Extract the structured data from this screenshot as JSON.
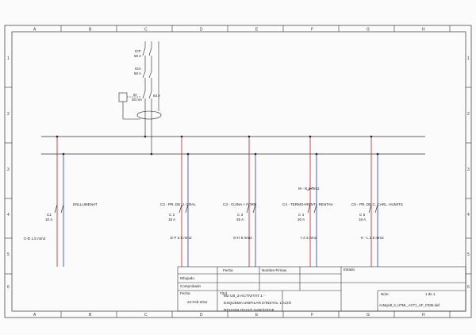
{
  "grid": {
    "columns": [
      "A",
      "B",
      "C",
      "D",
      "E",
      "F",
      "G",
      "H"
    ],
    "rows": [
      "1",
      "2",
      "3",
      "4",
      "5",
      "6"
    ]
  },
  "feeder": {
    "devices": [
      {
        "label": "ICP",
        "rating": "50 A"
      },
      {
        "label": "IGA",
        "rating": "50 A"
      },
      {
        "label": "ID",
        "rating": "30 mA"
      }
    ],
    "main_rating": "63 A"
  },
  "circuits": [
    {
      "name": "ENLLUMENAT",
      "device": "C1",
      "rating": "10 A",
      "cable": "C-D 1.5 mm2"
    },
    {
      "name": "C2 - PR. DE U. GRAL",
      "device": "C 2",
      "rating": "16 A",
      "cable": "E-F  2.5 mm2"
    },
    {
      "name": "C3 - CUINA + FORN",
      "device": "C 3",
      "rating": "25 A",
      "cable": "G-H  6 mm2"
    },
    {
      "name": "C4 - TERMO+RENT+ RENTAV.",
      "device": "C 4",
      "rating": "20 A",
      "cable": "I-J  4 mm2",
      "upstream_cable": "M - N   4 mm2"
    },
    {
      "name": "C5 - PR. DE C. CARL. HUMITS",
      "device": "C 5",
      "rating": "16 A",
      "cable": "K - L  2.5 mm2"
    }
  ],
  "title_block": {
    "fecha_header": "Fecha",
    "nombre_header": "Nombre-Firmas",
    "estado_header": "Estado",
    "dibujado": "Dibujado",
    "comprobado": "Comprobado",
    "fecha_label": "Fecha",
    "fecha_value": "24-Feb-2011",
    "titulo_label": "Títol",
    "title_line1": "M2 U8_3-ACTIVITAT 1 -",
    "title_line2": "ESQUEMA UNIFILAR D'INSTAL·LACIÓ",
    "title_line3": "REHABILITACIÓ HABITATGE",
    "sheet_label": "Núm.",
    "sheet_value": "1 de 1",
    "file_name": "AcMgU8_3_HTML_ACT1_UF_CD35.dwf"
  },
  "colors": {
    "grid": "#333333",
    "bus_red": "#c23a3a",
    "bus_blue": "#3a56b0",
    "ink": "#222222"
  }
}
